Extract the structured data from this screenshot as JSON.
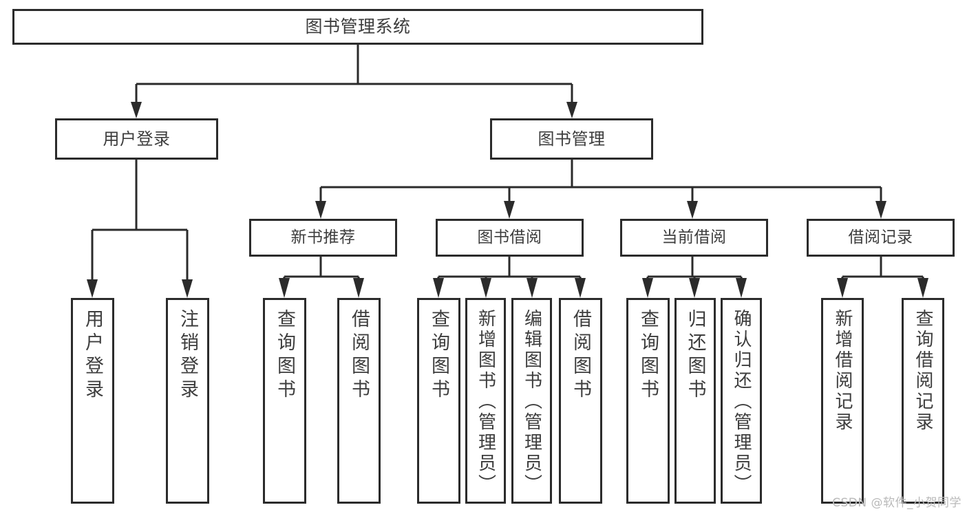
{
  "diagram": {
    "type": "tree",
    "title": "图书管理系统",
    "orientation": "top-down",
    "edge_color": "#2b2b2b",
    "box_fill": "#ffffff",
    "text_color": "#3d3d3d",
    "nodes": {
      "root": {
        "label": "图书管理系统"
      },
      "level2": [
        {
          "label": "用户登录"
        },
        {
          "label": "图书管理"
        }
      ],
      "level3": [
        {
          "label": "新书推荐"
        },
        {
          "label": "图书借阅"
        },
        {
          "label": "当前借阅"
        },
        {
          "label": "借阅记录"
        }
      ],
      "leaves": {
        "user_login": [
          {
            "label": "用户登录"
          },
          {
            "label": "注销登录"
          }
        ],
        "new_book": [
          {
            "label": "查询图书"
          },
          {
            "label": "借阅图书"
          }
        ],
        "book_borrow": [
          {
            "label": "查询图书"
          },
          {
            "label": "新增图书（管理员）"
          },
          {
            "label": "编辑图书（管理员）"
          },
          {
            "label": "借阅图书"
          }
        ],
        "current_borrow": [
          {
            "label": "查询图书"
          },
          {
            "label": "归还图书"
          },
          {
            "label": "确认归还（管理员）"
          }
        ],
        "borrow_record": [
          {
            "label": "新增借阅记录"
          },
          {
            "label": "查询借阅记录"
          }
        ]
      }
    }
  },
  "watermark": {
    "text": "CSDN @软件_小贺同学"
  }
}
